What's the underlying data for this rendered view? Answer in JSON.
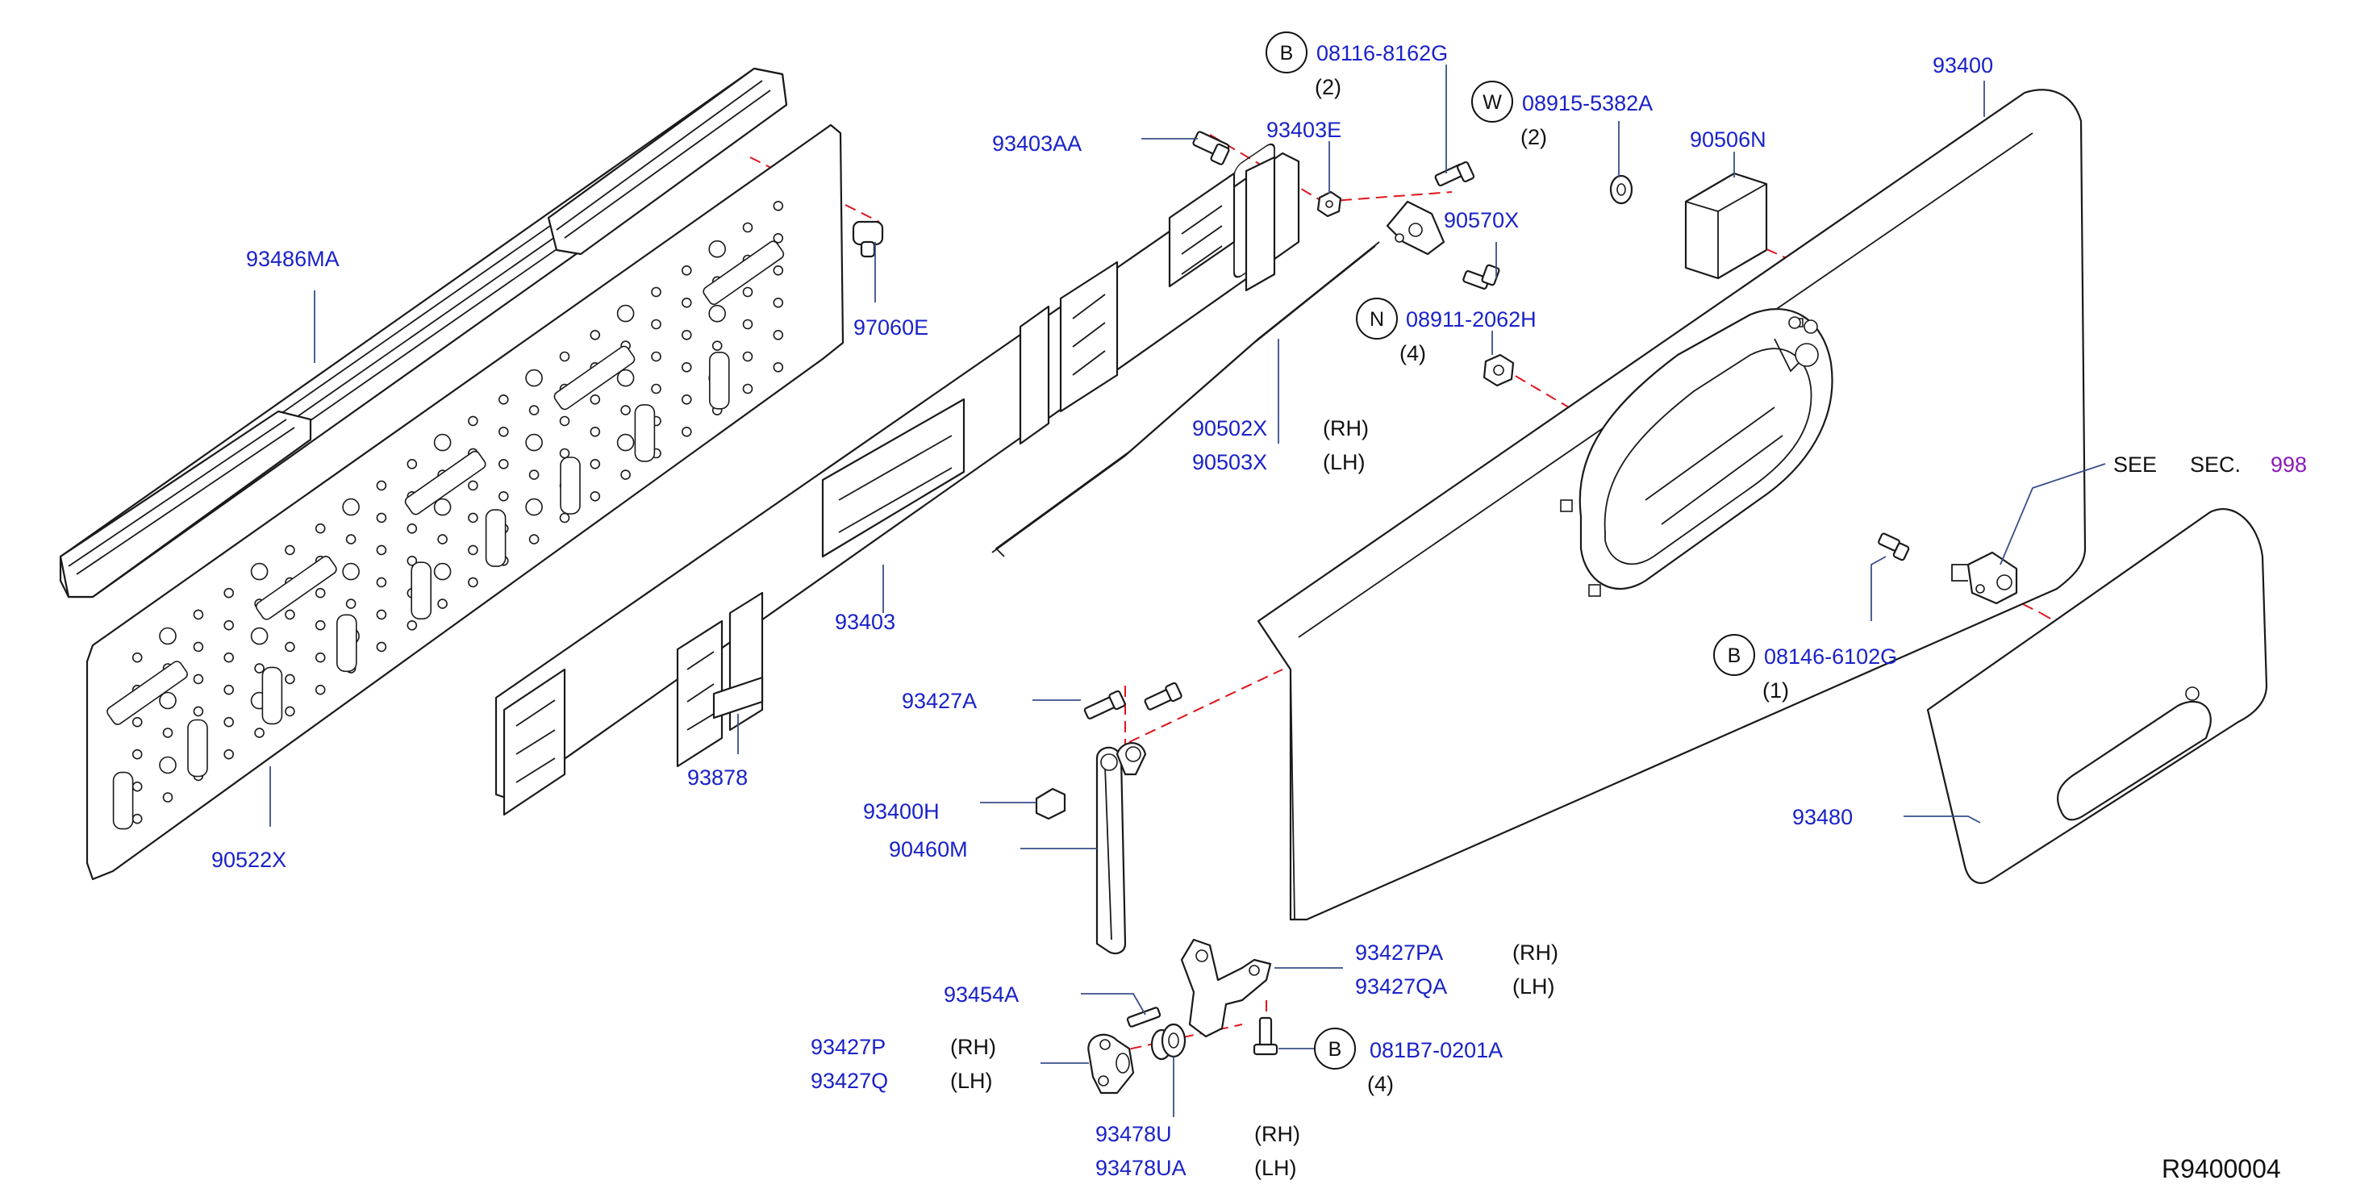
{
  "diagram_id": "R9400004",
  "colors": {
    "part_number": "#1a22c8",
    "dashed_line": "#e2141c",
    "leader": "#3a4e8a",
    "reference": "#8a1ab8"
  },
  "labels": {
    "p93486MA": "93486MA",
    "p97060E": "97060E",
    "p90522X": "90522X",
    "p93403AA": "93403AA",
    "p93403E": "93403E",
    "p93403": "93403",
    "p93878": "93878",
    "p90502X": "90502X",
    "p90502X_side": "(RH)",
    "p90503X": "90503X",
    "p90503X_side": "(LH)",
    "b08116": "08116-8162G",
    "b08116_qty": "(2)",
    "w08915": "08915-5382A",
    "w08915_qty": "(2)",
    "p90570X": "90570X",
    "n08911": "08911-2062H",
    "n08911_qty": "(4)",
    "p93400": "93400",
    "p90506N": "90506N",
    "see_text": "SEE",
    "sec_text": "SEC.",
    "sec_num": "998",
    "b08146": "08146-6102G",
    "b08146_qty": "(1)",
    "p93480": "93480",
    "p93427A": "93427A",
    "p93400H": "93400H",
    "p90460M": "90460M",
    "p93427PA": "93427PA",
    "p93427PA_side": "(RH)",
    "p93427QA": "93427QA",
    "p93427QA_side": "(LH)",
    "p93454A": "93454A",
    "p93427P": "93427P",
    "p93427P_side": "(RH)",
    "p93427Q": "93427Q",
    "p93427Q_side": "(LH)",
    "b081B7": "081B7-0201A",
    "b081B7_qty": "(4)",
    "p93478U": "93478U",
    "p93478U_side": "(RH)",
    "p93478UA": "93478UA",
    "p93478UA_side": "(LH)",
    "diagram_ref": "R9400004"
  },
  "callout_letters": {
    "B": "B",
    "W": "W",
    "N": "N"
  }
}
